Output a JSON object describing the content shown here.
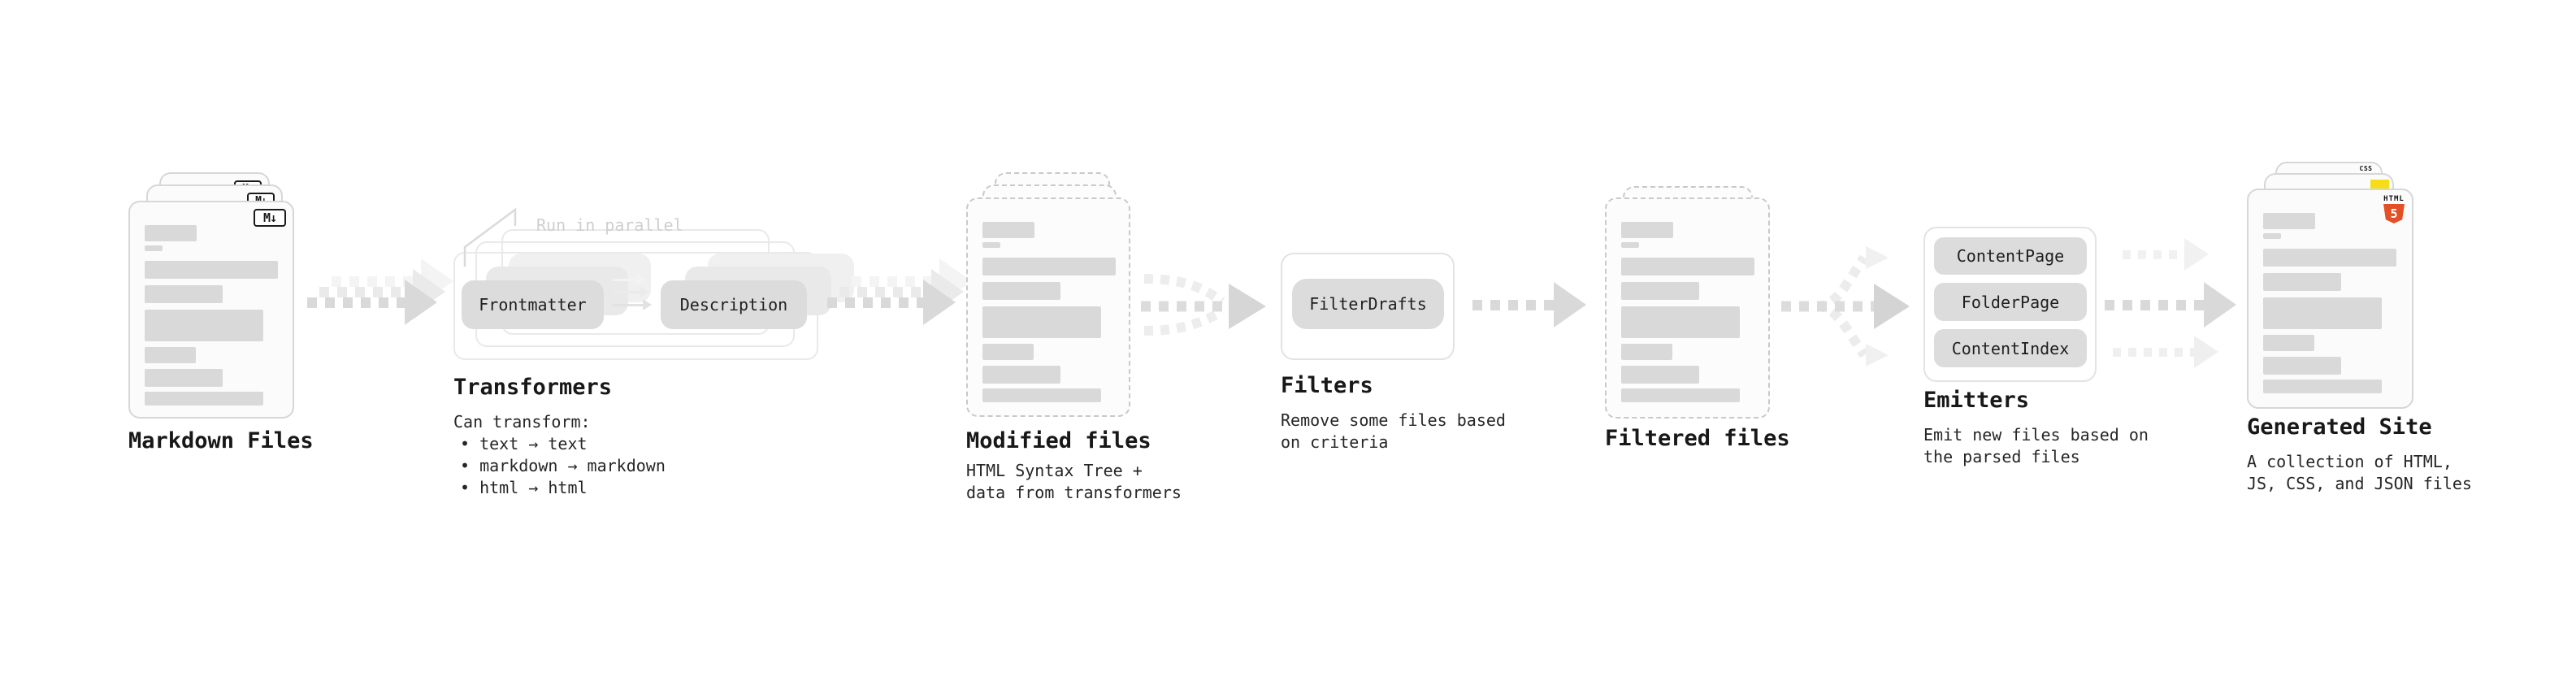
{
  "stages": {
    "markdown_files": {
      "label": "Markdown Files",
      "badge": "M↓"
    },
    "transformers": {
      "heading": "Transformers",
      "note": "Run in parallel",
      "pill_left": "Frontmatter",
      "pill_right": "Description",
      "desc_title": "Can transform:",
      "bullets": [
        "• text → text",
        "• markdown → markdown",
        "• html → html"
      ]
    },
    "modified_files": {
      "label": "Modified files",
      "desc": [
        "HTML Syntax Tree +",
        "data from transformers"
      ]
    },
    "filters": {
      "heading": "Filters",
      "pill": "FilterDrafts",
      "desc": [
        "Remove some files based",
        "on criteria"
      ]
    },
    "filtered_files": {
      "label": "Filtered files"
    },
    "emitters": {
      "heading": "Emitters",
      "pills": [
        "ContentPage",
        "FolderPage",
        "ContentIndex"
      ],
      "desc": [
        "Emit new files based on",
        "the parsed files"
      ]
    },
    "generated_site": {
      "label": "Generated Site",
      "desc": [
        "A collection of HTML,",
        "JS, CSS, and JSON files"
      ],
      "badges": {
        "html_label": "HTML",
        "html_number": "5",
        "css": "CSS"
      }
    }
  },
  "colors": {
    "html5_orange": "#e34f26",
    "js_yellow": "#f5de19",
    "css_blue": "#2962f1",
    "arrow_gray": "#d9d9d9"
  }
}
